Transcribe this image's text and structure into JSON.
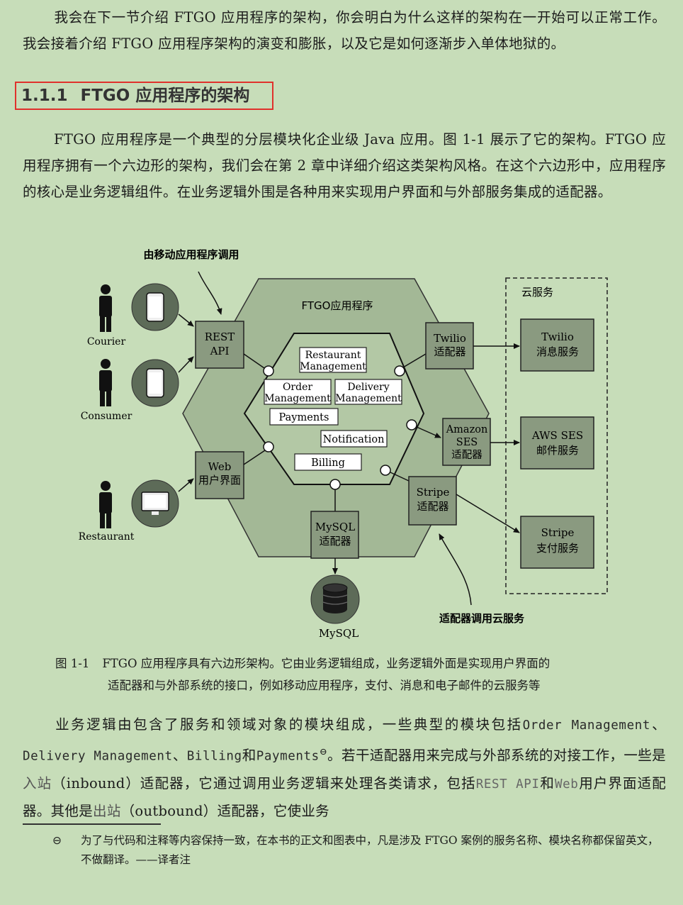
{
  "paragraph1": "我会在下一节介绍 FTGO 应用程序的架构，你会明白为什么这样的架构在一开始可以正常工作。我会接着介绍 FTGO 应用程序架构的演变和膨胀，以及它是如何逐渐步入单体地狱的。",
  "section": {
    "number": "1.1.1",
    "title": "FTGO 应用程序的架构"
  },
  "paragraph2": "FTGO 应用程序是一个典型的分层模块化企业级 Java 应用。图 1-1 展示了它的架构。FTGO 应用程序拥有一个六边形的架构，我们会在第 2 章中详细介绍这类架构风格。在这个六边形中，应用程序的核心是业务逻辑组件。在业务逻辑外围是各种用来实现用户界面和与外部服务集成的适配器。",
  "diagram": {
    "annotation_top": "由移动应用程序调用",
    "annotation_bottom": "适配器调用云服务",
    "app_label": "FTGO应用程序",
    "cloud_label": "云服务",
    "actors": {
      "courier": "Courier",
      "consumer": "Consumer",
      "restaurant": "Restaurant"
    },
    "rest_api": [
      "REST",
      "API"
    ],
    "web_ui": [
      "Web",
      "用户界面"
    ],
    "twilio_adapter": [
      "Twilio",
      "适配器"
    ],
    "amazon_adapter": [
      "Amazon",
      "SES",
      "适配器"
    ],
    "stripe_adapter": [
      "Stripe",
      "适配器"
    ],
    "mysql_adapter": [
      "MySQL",
      "适配器"
    ],
    "mysql_db": "MySQL",
    "modules": {
      "restaurant": [
        "Restaurant",
        "Management"
      ],
      "order": [
        "Order",
        "Management"
      ],
      "delivery": [
        "Delivery",
        "Management"
      ],
      "payments": "Payments",
      "notification": "Notification",
      "billing": "Billing"
    },
    "cloud_services": {
      "twilio": [
        "Twilio",
        "消息服务"
      ],
      "aws": [
        "AWS SES",
        "邮件服务"
      ],
      "stripe": [
        "Stripe",
        "支付服务"
      ]
    },
    "colors": {
      "hexagon": "#a3b896",
      "inner": "#b3c8a5",
      "box": "#8a9a80",
      "bg": "#c7ddb9"
    }
  },
  "caption": {
    "number": "图 1-1",
    "line1": "FTGO 应用程序具有六边形架构。它由业务逻辑组成，业务逻辑外面是实现用户界面的",
    "line2": "适配器和与外部系统的接口，例如移动应用程序，支付、消息和电子邮件的云服务等"
  },
  "paragraph3": {
    "t1": "业务逻辑由包含了服务和领域对象的模块组成，一些典型的模块包括",
    "m1": "Order Management",
    "sep1": "、",
    "m2": "Delivery  Management",
    "sep2": "、",
    "m3": "Billing",
    "t2": "和",
    "m4": "Payments",
    "footnote_mark": "⊖",
    "t3": "。若干适配器用来完成与外部系统的对接工作，一些是",
    "k1": "入站",
    "t4": "（inbound）适配器，它通过调用业务逻辑来处理各类请求，包括",
    "m5": "REST API",
    "t5": "和",
    "m6": "Web",
    "t6": "用户界面适配器。其他是",
    "k2": "出站",
    "t7": "（outbound）适配器，它使业务"
  },
  "footnote": {
    "mark": "⊖",
    "text": "为了与代码和注释等内容保持一致，在本书的正文和图表中，凡是涉及 FTGO 案例的服务名称、模块名称都保留英文，不做翻译。——译者注"
  }
}
